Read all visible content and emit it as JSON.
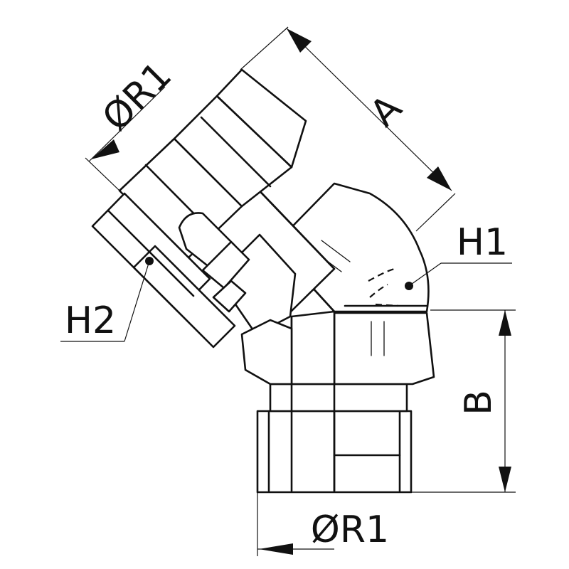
{
  "drawing": {
    "labels": {
      "dim_a": "A",
      "dim_b": "B",
      "dia_r1_top": "ØR1",
      "dia_r1_bottom": "ØR1",
      "h1": "H1",
      "h2": "H2"
    },
    "colors": {
      "line": "#111111",
      "background": "#ffffff"
    }
  }
}
